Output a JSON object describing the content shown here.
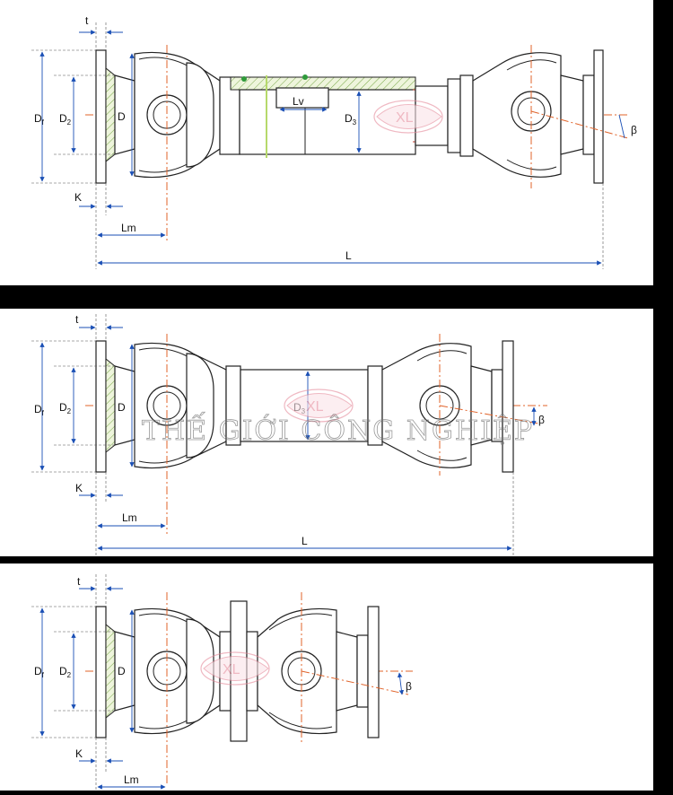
{
  "watermark": {
    "text": "THẾ GIỚI CÔNG NGHIỆP",
    "logo_letters": "XL"
  },
  "diagrams": [
    {
      "id": "telescopic-shaft",
      "labels": {
        "t": "t",
        "df_main": "D",
        "df_sub": "f",
        "d2_main": "D",
        "d2_sub": "2",
        "d": "D",
        "k": "K",
        "lm": "Lm",
        "lv": "Lv",
        "d3_main": "D",
        "d3_sub": "3",
        "beta": "β",
        "l": "L"
      }
    },
    {
      "id": "fixed-shaft",
      "labels": {
        "t": "t",
        "df_main": "D",
        "df_sub": "f",
        "d2_main": "D",
        "d2_sub": "2",
        "d": "D",
        "k": "K",
        "lm": "Lm",
        "d3_main": "D",
        "d3_sub": "3",
        "beta": "β",
        "l": "L"
      }
    },
    {
      "id": "short-double-joint",
      "labels": {
        "t": "t",
        "df_main": "D",
        "df_sub": "f",
        "d2_main": "D",
        "d2_sub": "2",
        "d": "D",
        "k": "K",
        "lm": "Lm",
        "beta": "β"
      }
    }
  ],
  "colors": {
    "panel": "#ffffff",
    "background": "#000000",
    "dimension": "#1a4fb5",
    "centerline": "#e0632a",
    "accent_green": "#2e9a3a"
  }
}
